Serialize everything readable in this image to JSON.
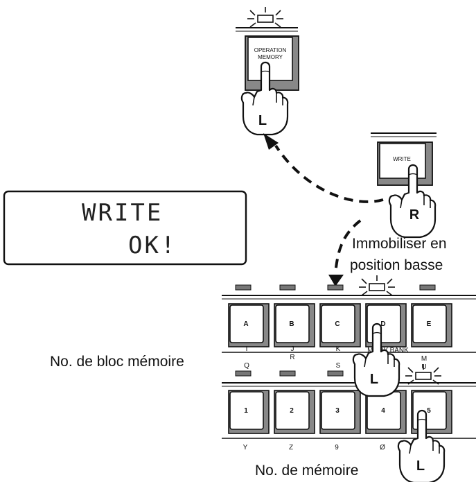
{
  "display": {
    "line1": "WRITE",
    "line2": "OK!"
  },
  "buttons": {
    "operation_memory_line1": "OPERATION",
    "operation_memory_line2": "MEMORY",
    "write": "WRITE"
  },
  "hands": {
    "op_mem": "L",
    "write": "R",
    "bank_d": "L",
    "num_5": "L"
  },
  "captions": {
    "hold_line1": "Immobiliser en",
    "hold_line2": "position basse",
    "bank": "No. de bloc mémoire",
    "number": "No. de mémoire"
  },
  "bank_keys": [
    "A",
    "B",
    "C",
    "D",
    "E"
  ],
  "bank_sub_top": [
    "I",
    "J",
    "K",
    "",
    ""
  ],
  "bank_sub_mid": [
    "",
    "R",
    "",
    "",
    ""
  ],
  "bank_sub_bot": [
    "Q",
    "",
    "S",
    "",
    ""
  ],
  "memory_bank_label": "MORY BANK",
  "memory_bank_sub1": "M",
  "memory_bank_sub2": "U",
  "number_keys": [
    "1",
    "2",
    "3",
    "4",
    "5"
  ],
  "number_sub": [
    "Y",
    "Z",
    "9",
    "Ø",
    ""
  ]
}
